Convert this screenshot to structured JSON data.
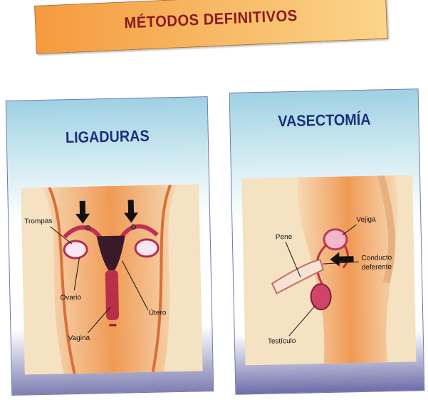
{
  "header": {
    "title": "MÉTODOS DEFINITIVOS"
  },
  "left_panel": {
    "title": "LIGADURAS",
    "labels": {
      "trompas": "Trompas",
      "ovario": "Ovario",
      "utero": "Útero",
      "vagina": "Vagina"
    }
  },
  "right_panel": {
    "title": "VASECTOMÍA",
    "labels": {
      "pene": "Pene",
      "vejiga": "Vejiga",
      "conducto_1": "Conducto",
      "conducto_2": "deferente",
      "testiculo": "Testículo"
    }
  },
  "colors": {
    "banner": "#f7b560",
    "title_text": "#8a1a1f",
    "panel_title": "#1c2f78",
    "skin": "#f2c9a0",
    "organ": "#e0506a"
  }
}
